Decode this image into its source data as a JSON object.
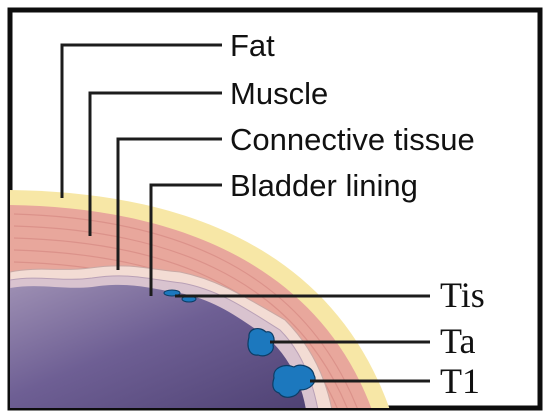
{
  "diagram": {
    "layer_labels": {
      "fat": "Fat",
      "muscle": "Muscle",
      "connective_tissue": "Connective tissue",
      "bladder_lining": "Bladder lining"
    },
    "stage_labels": {
      "tis": "Tis",
      "ta": "Ta",
      "t1": "T1"
    },
    "colors": {
      "fat": "#f7e7a6",
      "muscle": "#e8a79c",
      "connective_tissue": "#f3dcd4",
      "lining": "#d9c3cf",
      "lumen": "#5e4f82",
      "tumor": "#1c78be",
      "border": "#0d0d0d"
    }
  }
}
